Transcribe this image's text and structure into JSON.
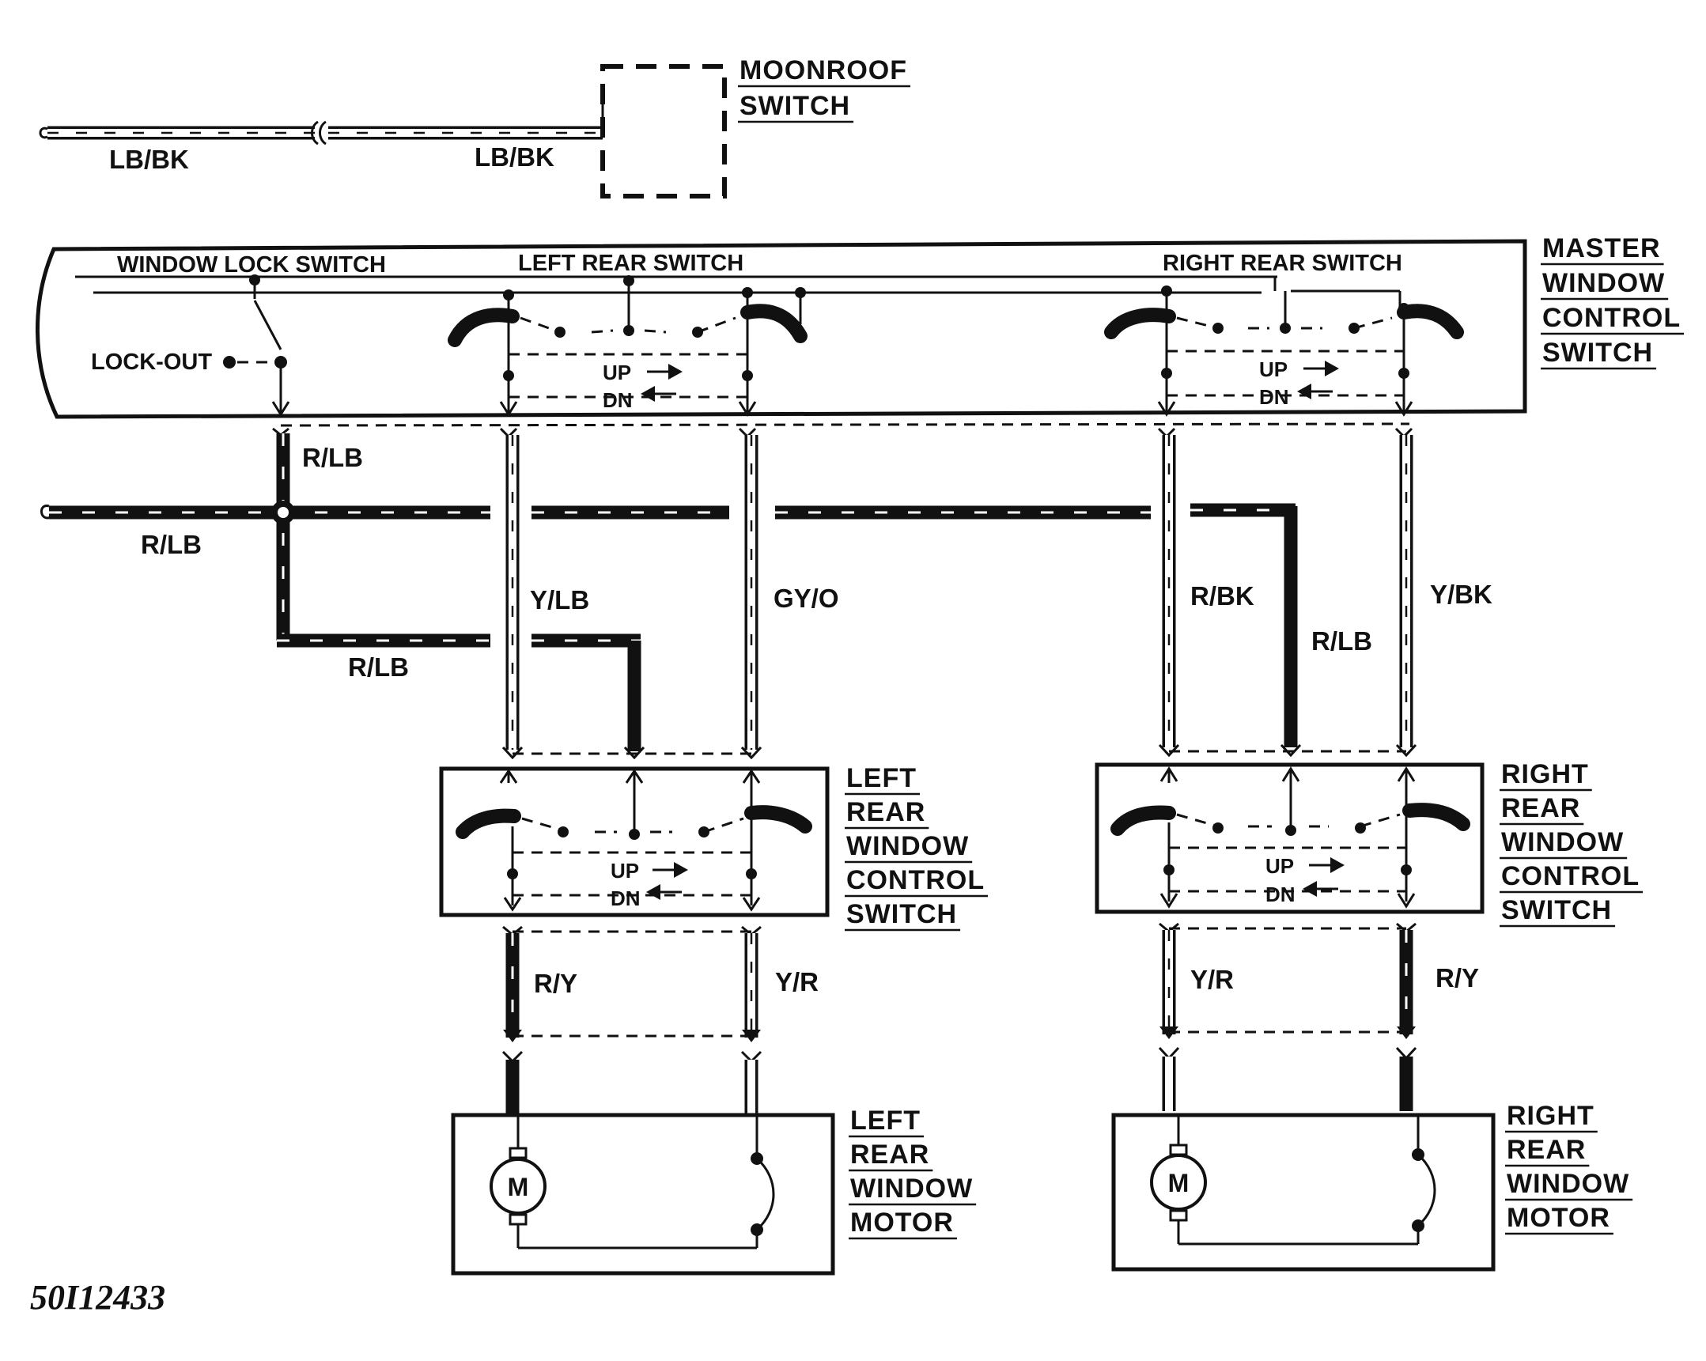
{
  "figure_id": "50I12433",
  "components": {
    "moonroof_switch": [
      "MOONROOF",
      "SWITCH"
    ],
    "master_switch": [
      "MASTER",
      "WINDOW",
      "CONTROL",
      "SWITCH"
    ],
    "left_rear_switch": [
      "LEFT",
      "REAR",
      "WINDOW",
      "CONTROL",
      "SWITCH"
    ],
    "right_rear_switch": [
      "RIGHT",
      "REAR",
      "WINDOW",
      "CONTROL",
      "SWITCH"
    ],
    "left_rear_motor": [
      "LEFT",
      "REAR",
      "WINDOW",
      "MOTOR"
    ],
    "right_rear_motor": [
      "RIGHT",
      "REAR",
      "WINDOW",
      "MOTOR"
    ]
  },
  "sub_labels": {
    "window_lock_switch": "WINDOW LOCK SWITCH",
    "left_rear_switch": "LEFT REAR SWITCH",
    "right_rear_switch": "RIGHT REAR SWITCH",
    "lock_out": "LOCK-OUT",
    "up": "UP",
    "dn": "DN",
    "motor": "M"
  },
  "wires": {
    "lb_bk_left": "LB/BK",
    "lb_bk_right": "LB/BK",
    "r_lb_vertical": "R/LB",
    "r_lb_bus": "R/LB",
    "r_lb_branch": "R/LB",
    "y_lb": "Y/LB",
    "gy_o": "GY/O",
    "r_bk": "R/BK",
    "r_lb_right": "R/LB",
    "y_bk": "Y/BK",
    "left_r_y": "R/Y",
    "left_y_r": "Y/R",
    "right_y_r": "Y/R",
    "right_r_y": "R/Y"
  }
}
